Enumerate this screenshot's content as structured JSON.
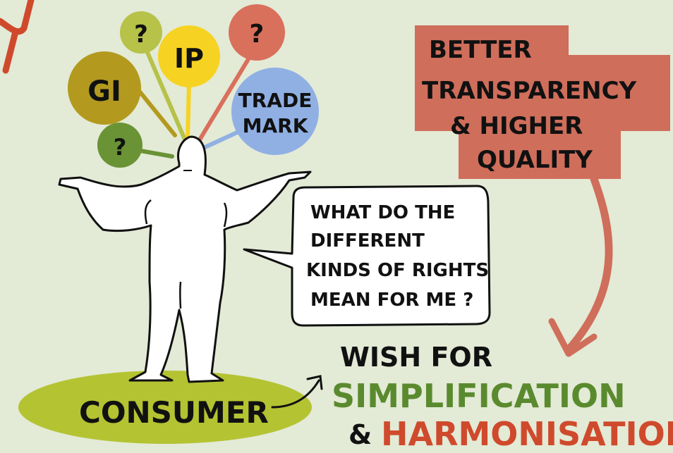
{
  "balloons": {
    "gi": "GI",
    "ip": "IP",
    "q_top": "?",
    "q_left": "?",
    "q_right": "?",
    "trademark_line1": "TRADE",
    "trademark_line2": "MARK"
  },
  "speech": {
    "line1": "WHAT DO THE",
    "line2": "DIFFERENT",
    "line3": "KINDS OF RIGHTS",
    "line4": "MEAN FOR ME ?"
  },
  "red_box": {
    "line1": "BETTER",
    "line2": "TRANSPARENCY",
    "line3": "& HIGHER",
    "line4": "QUALITY"
  },
  "consumer_label": "CONSUMER",
  "wish": {
    "line1": "WISH FOR",
    "line2": "SIMPLIFICATION",
    "line3_amp": "&",
    "line3_word": "HARMONISATION"
  },
  "colors": {
    "background": "#e3ead6",
    "olive": "#b39a1f",
    "lime": "#b6c248",
    "yellow": "#f6d322",
    "salmon": "#d9705c",
    "blue": "#90b0e4",
    "green": "#6a9335",
    "ground": "#b4c332",
    "red_box": "#cf6e5b",
    "green_text": "#5a8a2e",
    "red_text": "#cf4a2c"
  }
}
